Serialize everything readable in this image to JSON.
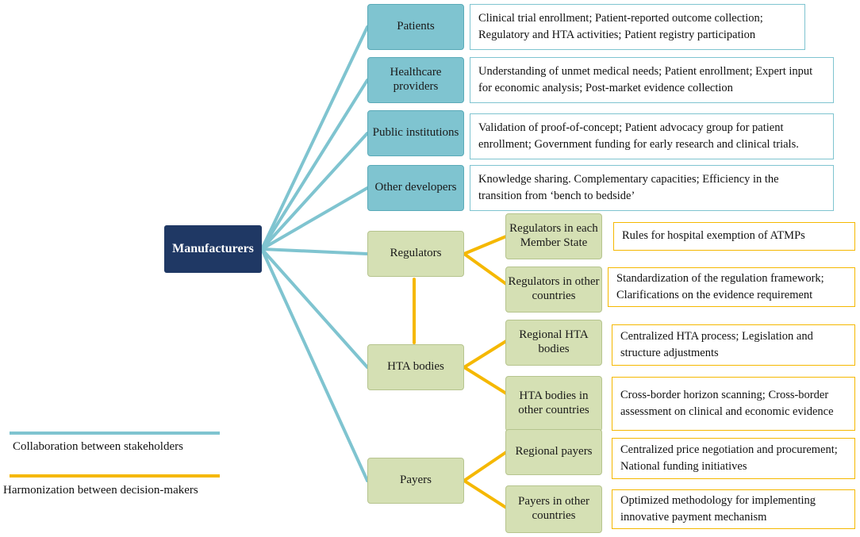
{
  "central": "Manufacturers",
  "collaborators": [
    {
      "label": "Patients",
      "desc": "Clinical trial enrollment; Patient-reported outcome collection; Regulatory and HTA activities; Patient registry participation"
    },
    {
      "label": "Healthcare providers",
      "desc": "Understanding of unmet medical needs; Patient enrollment; Expert input for economic analysis; Post-market evidence collection"
    },
    {
      "label": "Public institutions",
      "desc": "Validation of proof-of-concept; Patient advocacy group for patient enrollment; Government funding for early research and clinical trials."
    },
    {
      "label": "Other developers",
      "desc": "Knowledge sharing. Complementary capacities; Efficiency in the transition from ‘bench to bedside’"
    }
  ],
  "decision_makers": [
    {
      "label": "Regulators",
      "subs": [
        {
          "label": "Regulators in each Member State",
          "desc": "Rules for hospital exemption of ATMPs"
        },
        {
          "label": "Regulators in other countries",
          "desc": "Standardization of the regulation framework; Clarifications on the evidence requirement"
        }
      ]
    },
    {
      "label": "HTA bodies",
      "subs": [
        {
          "label": "Regional HTA bodies",
          "desc": "Centralized HTA process; Legislation and structure adjustments"
        },
        {
          "label": "HTA bodies in other countries",
          "desc": "Cross-border horizon scanning; Cross-border assessment on clinical and economic evidence"
        }
      ]
    },
    {
      "label": "Payers",
      "subs": [
        {
          "label": "Regional payers",
          "desc": "Centralized price negotiation and procurement; National funding initiatives"
        },
        {
          "label": "Payers in other countries",
          "desc": "Optimized methodology for implementing innovative payment mechanism"
        }
      ]
    }
  ],
  "legend": {
    "collaboration": "Collaboration between stakeholders",
    "harmonization": "Harmonization between decision-makers"
  },
  "colors": {
    "collaboration": "#7fc4d0",
    "harmonization": "#f5b800",
    "manufacturer": "#1f3864",
    "stakeholder": "#7fc4d0",
    "decision_maker": "#d5e0b4"
  }
}
